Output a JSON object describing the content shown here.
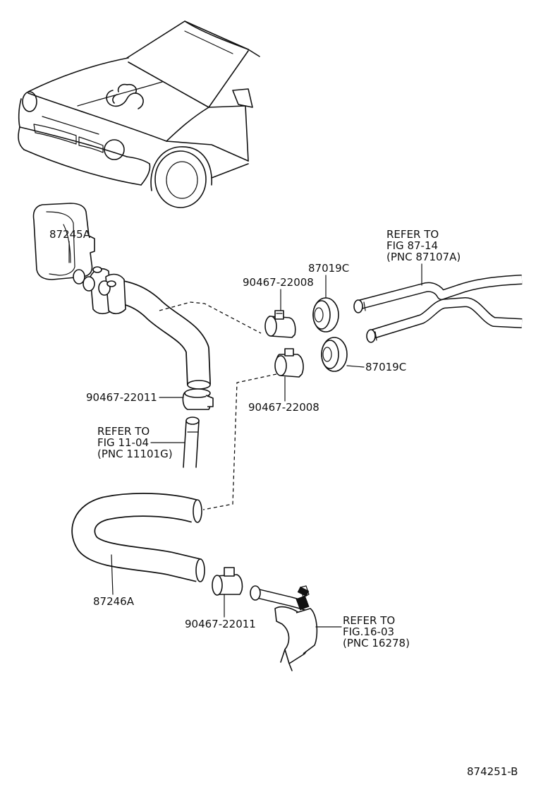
{
  "labels": {
    "hose_upper": "87245A",
    "hose_lower": "87246A",
    "grommet_upper": "87019C",
    "grommet_lower": "87019C",
    "clamp_upper_top": "90467-22008",
    "clamp_upper_bottom": "90467-22008",
    "clamp_left": "90467-22011",
    "clamp_lower": "90467-22011",
    "figure_id": "874251-B"
  },
  "refs": {
    "heater_pipe": [
      "REFER TO",
      "FIG 87-14",
      "(PNC 87107A)"
    ],
    "engine_pipe": [
      "REFER TO",
      "FIG 11-04",
      "(PNC 11101G)"
    ],
    "water_valve": [
      "REFER TO",
      "FIG.16-03",
      "(PNC 16278)"
    ]
  }
}
